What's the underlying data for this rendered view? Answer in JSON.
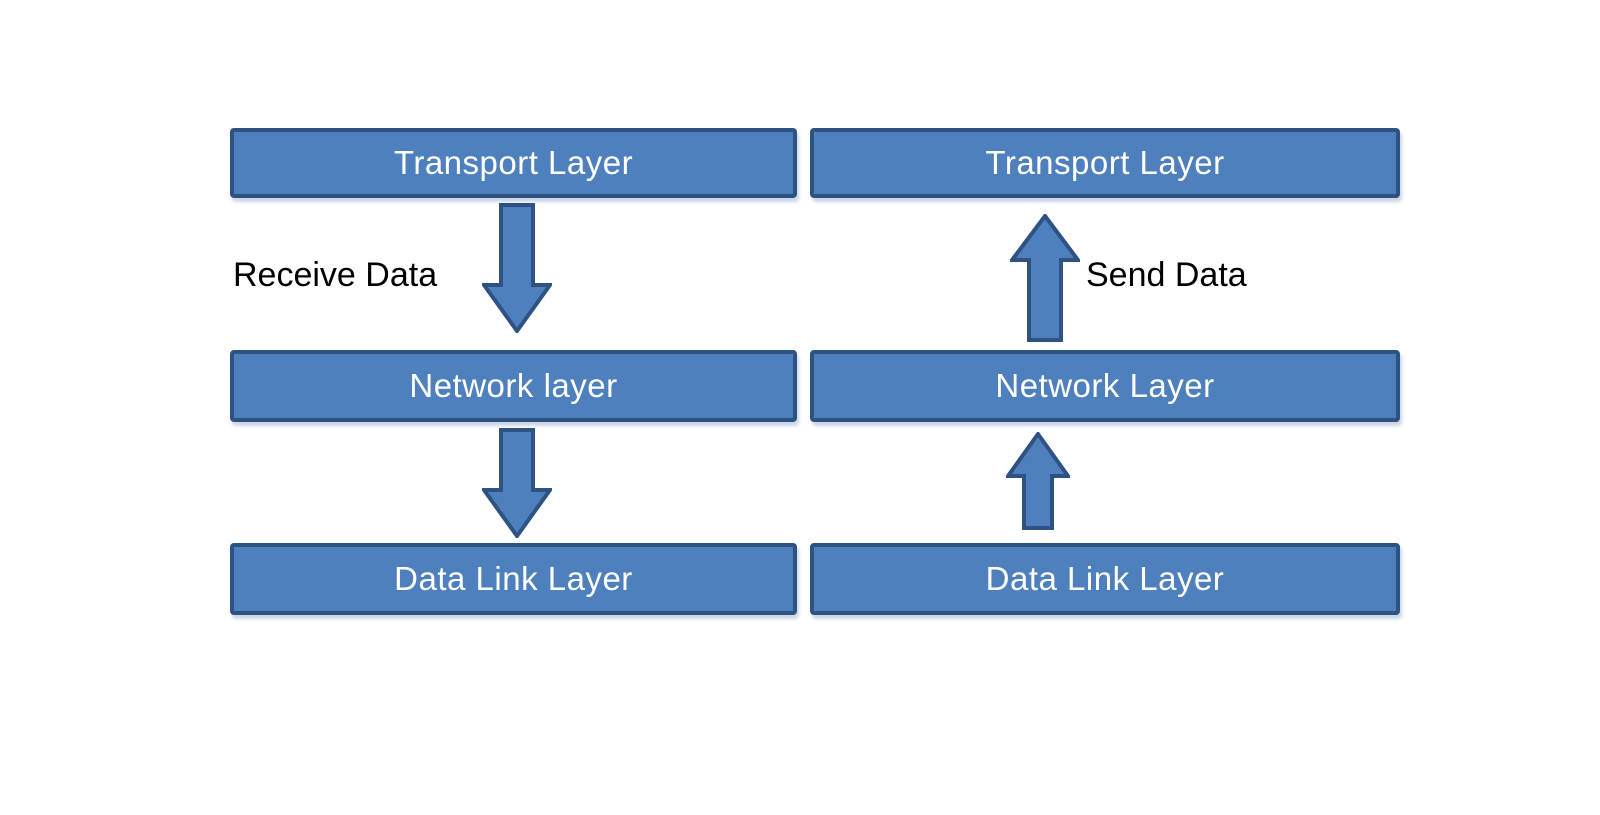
{
  "diagram": {
    "receive_flow": {
      "direction_label": "Receive Data",
      "arrow_direction": "down",
      "boxes": [
        "Transport Layer",
        "Network layer",
        "Data Link Layer"
      ]
    },
    "send_flow": {
      "direction_label": "Send Data",
      "arrow_direction": "up",
      "boxes": [
        "Transport Layer",
        "Network Layer",
        "Data Link Layer"
      ]
    },
    "colors": {
      "box_fill": "#4e80bd",
      "box_border": "#2e5383",
      "box_text": "#ffffff",
      "annotation_text": "#000000",
      "page_bg": "#ffffff"
    }
  }
}
